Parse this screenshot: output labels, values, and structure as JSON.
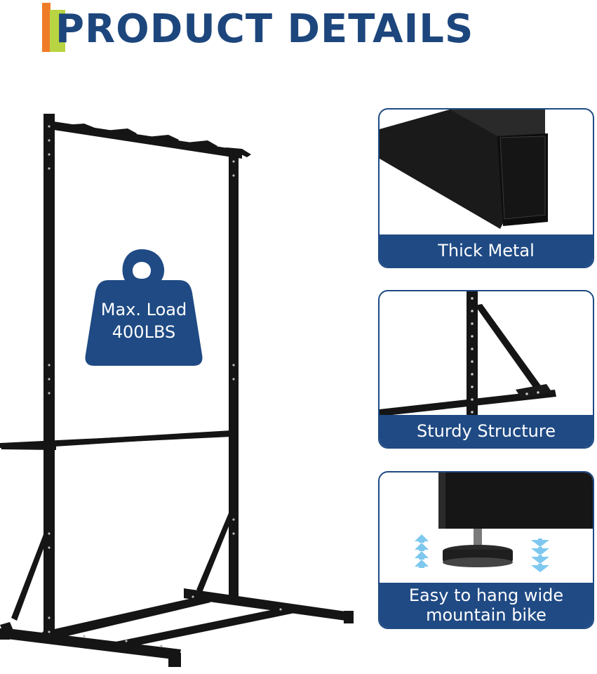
{
  "header": {
    "title": "PRODUCT DETAILS"
  },
  "load_badge": {
    "line1": "Max. Load",
    "line2": "400LBS"
  },
  "features": [
    {
      "label": "Thick Metal",
      "image_icon": "square-tube-end-icon"
    },
    {
      "label": "Sturdy Structure",
      "image_icon": "frame-brace-icon"
    },
    {
      "label_line1": "Easy to hang wide",
      "label_line2": "mountain bike",
      "image_icon": "leveling-foot-icon"
    }
  ],
  "colors": {
    "brand_blue": "#1f4a84",
    "accent_orange": "#f07b27",
    "accent_green": "#b9d443",
    "arrow_blue": "#7ec8ef"
  }
}
